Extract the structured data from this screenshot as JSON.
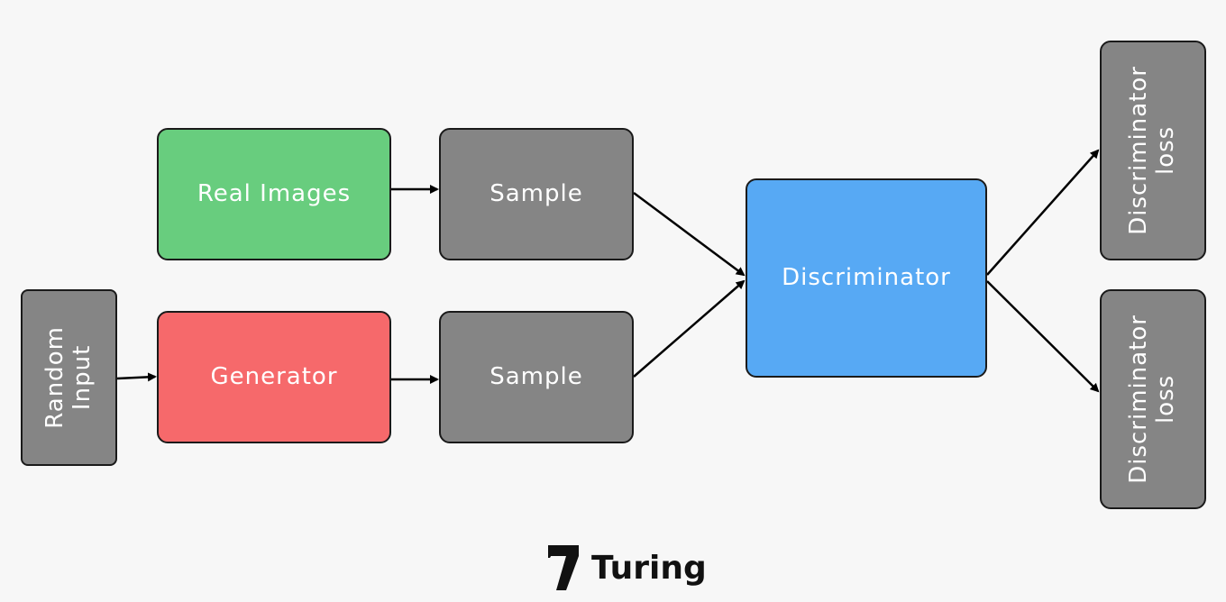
{
  "diagram": {
    "nodes": {
      "random_input": "Random\nInput",
      "real_images": "Real Images",
      "generator": "Generator",
      "sample_top": "Sample",
      "sample_bottom": "Sample",
      "discriminator": "Discriminator",
      "loss_top": "Discriminator\nloss",
      "loss_bottom": "Discriminator\nloss"
    },
    "edges": [
      {
        "from": "random_input",
        "to": "generator"
      },
      {
        "from": "real_images",
        "to": "sample_top"
      },
      {
        "from": "generator",
        "to": "sample_bottom"
      },
      {
        "from": "sample_top",
        "to": "discriminator"
      },
      {
        "from": "sample_bottom",
        "to": "discriminator"
      },
      {
        "from": "discriminator",
        "to": "loss_top"
      },
      {
        "from": "discriminator",
        "to": "loss_bottom"
      }
    ],
    "colors": {
      "node_gray": "#858585",
      "real_images": "#68cd7e",
      "generator": "#f6696b",
      "discriminator": "#57a9f4",
      "background": "#f7f7f7"
    }
  },
  "brand": {
    "name": "Turing",
    "icon": "turing-logo-icon"
  }
}
